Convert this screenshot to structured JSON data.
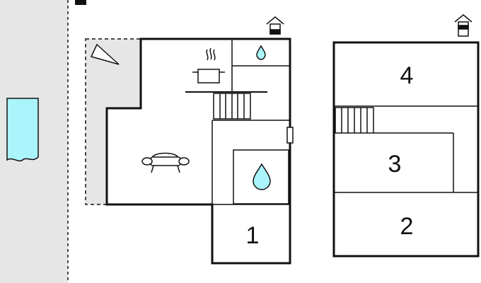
{
  "floorplan": {
    "ground_floor": {
      "rooms": [
        {
          "label": "1"
        }
      ]
    },
    "upper_floor": {
      "rooms": [
        {
          "label": "4"
        },
        {
          "label": "3"
        },
        {
          "label": "2"
        }
      ]
    },
    "icons": [
      "pool-icon",
      "terrace-icon",
      "kitchen-icon",
      "sofa-icon",
      "water-drop-icon",
      "staircase-icon",
      "floor-level-icon"
    ],
    "colors": {
      "pool": "#aaf4fb",
      "water": "#aaf4fb",
      "outdoor": "#e6e6e6",
      "wall": "#111111"
    }
  }
}
